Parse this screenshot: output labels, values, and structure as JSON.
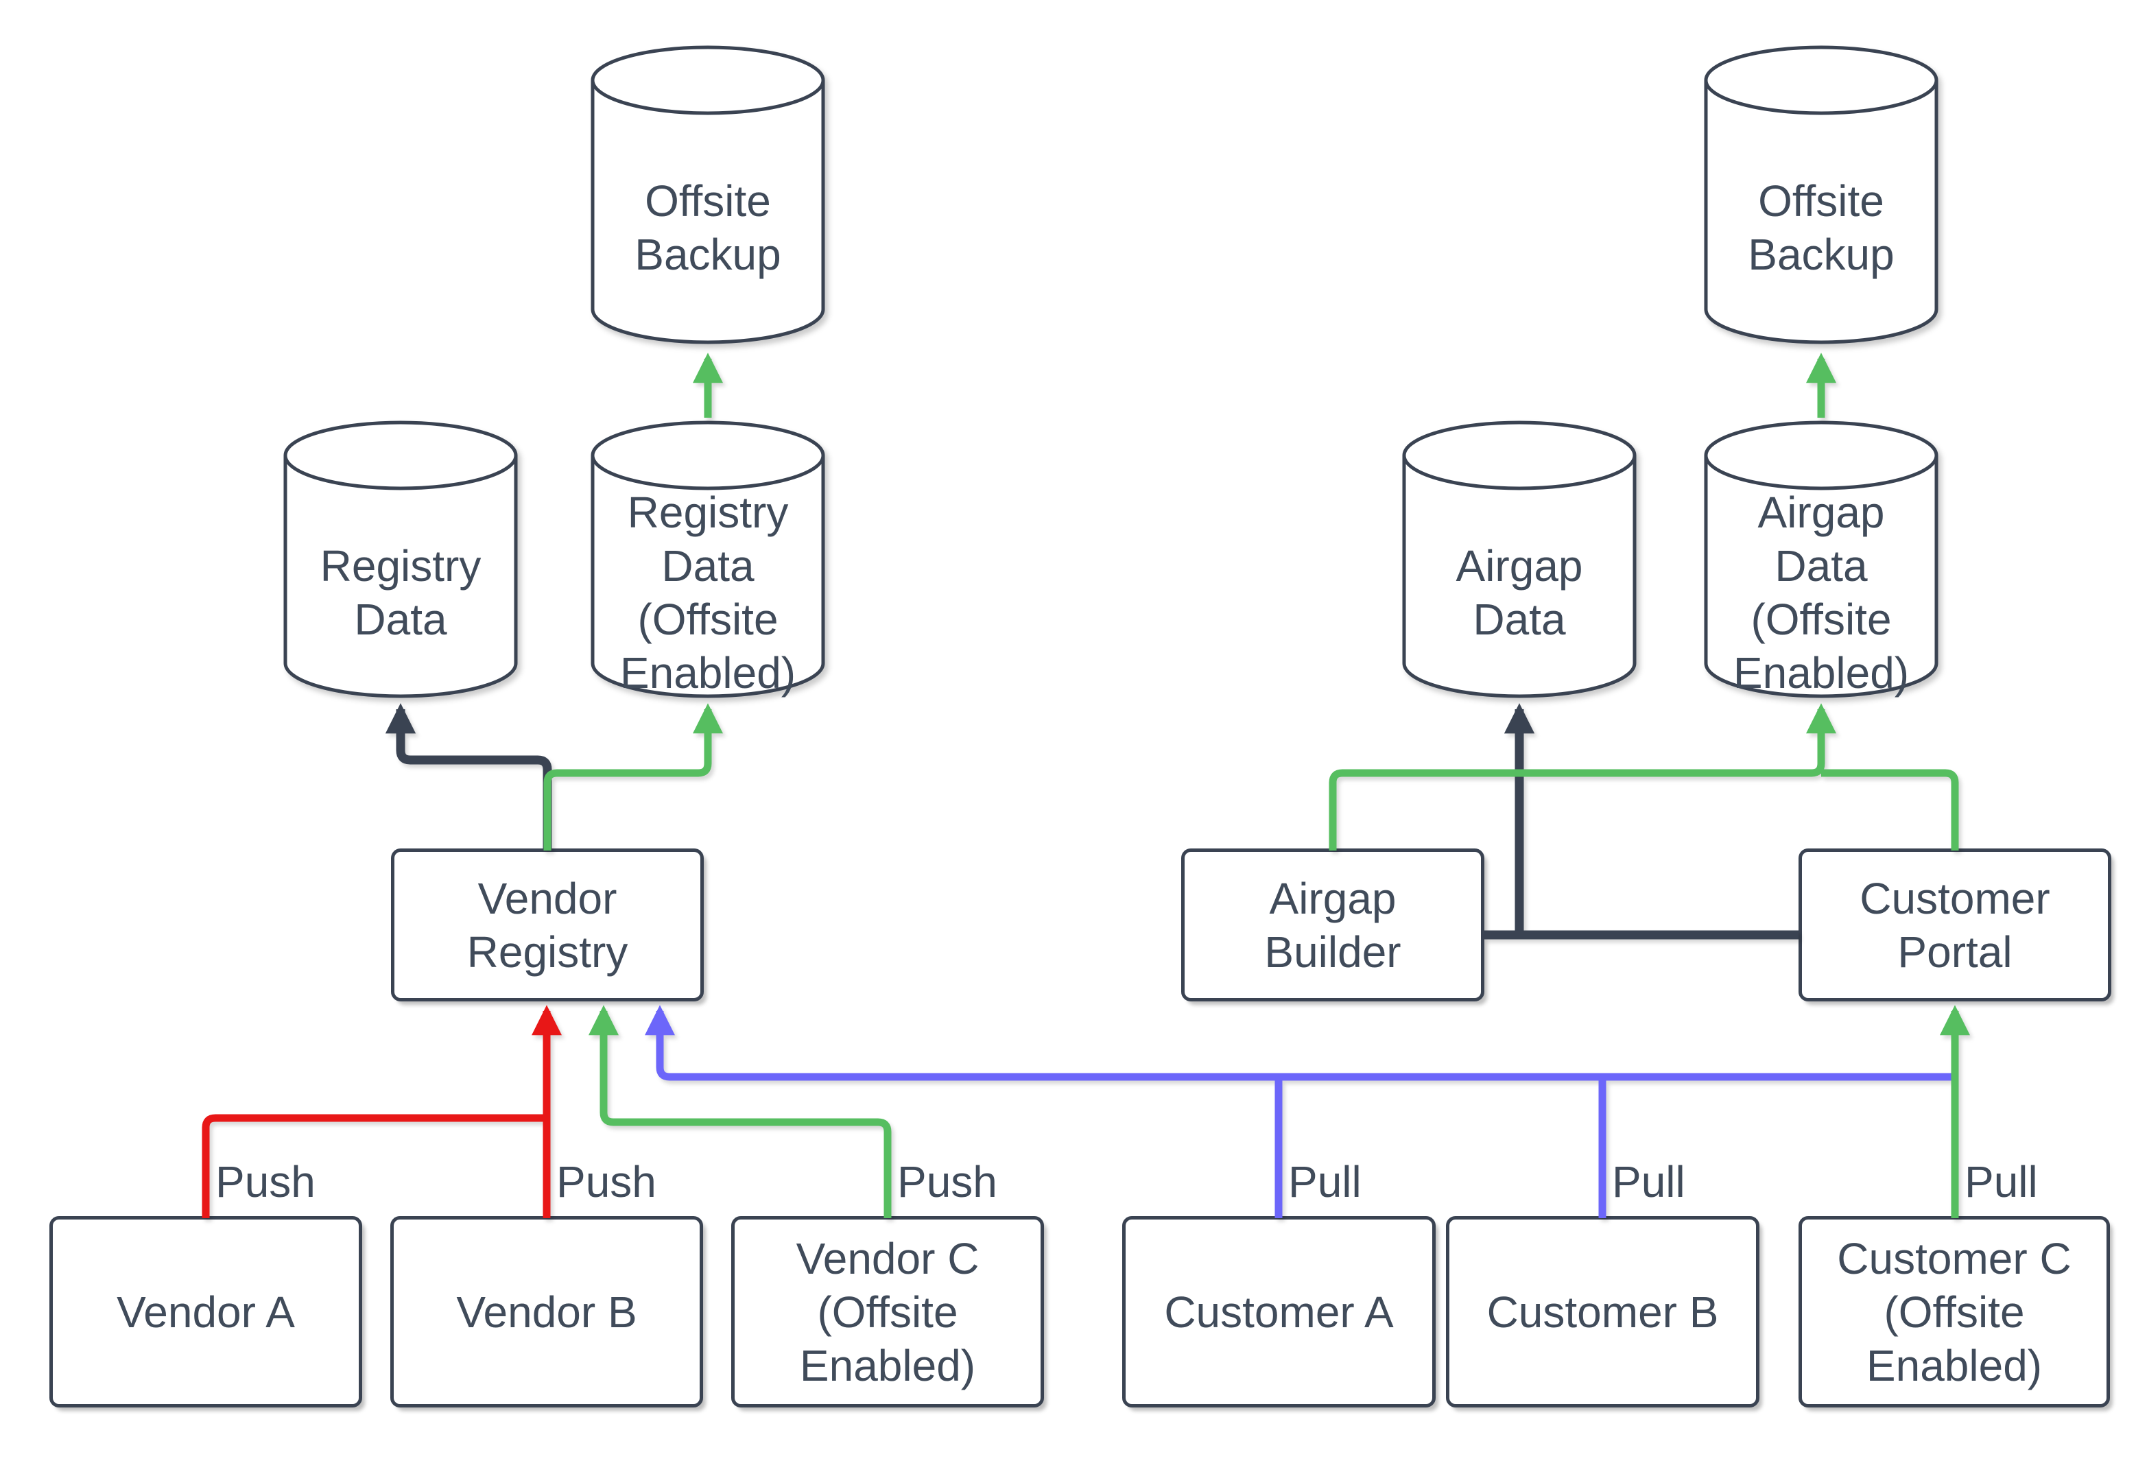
{
  "colors": {
    "dark": "#3a4352",
    "text": "#404b5a",
    "green": "#56be60",
    "red": "#e81717",
    "blue": "#6c66fa",
    "bg": "#ffffff"
  },
  "cylinders": [
    {
      "id": "offsite-backup-left",
      "label": "Offsite\nBackup"
    },
    {
      "id": "offsite-backup-right",
      "label": "Offsite\nBackup"
    },
    {
      "id": "registry-data",
      "label": "Registry\nData"
    },
    {
      "id": "registry-data-offsite",
      "label": "Registry\nData\n(Offsite\nEnabled)"
    },
    {
      "id": "airgap-data",
      "label": "Airgap\nData"
    },
    {
      "id": "airgap-data-offsite",
      "label": "Airgap\nData\n(Offsite\nEnabled)"
    }
  ],
  "boxes": [
    {
      "id": "vendor-registry",
      "label": "Vendor\nRegistry"
    },
    {
      "id": "airgap-builder",
      "label": "Airgap\nBuilder"
    },
    {
      "id": "customer-portal",
      "label": "Customer\nPortal"
    },
    {
      "id": "vendor-a",
      "label": "Vendor A"
    },
    {
      "id": "vendor-b",
      "label": "Vendor B"
    },
    {
      "id": "vendor-c",
      "label": "Vendor C\n(Offsite\nEnabled)"
    },
    {
      "id": "customer-a",
      "label": "Customer A"
    },
    {
      "id": "customer-b",
      "label": "Customer B"
    },
    {
      "id": "customer-c",
      "label": "Customer C\n(Offsite\nEnabled)"
    }
  ],
  "edge_labels": [
    {
      "id": "push-vendor-a",
      "text": "Push"
    },
    {
      "id": "push-vendor-b",
      "text": "Push"
    },
    {
      "id": "push-vendor-c",
      "text": "Push"
    },
    {
      "id": "pull-customer-a",
      "text": "Pull"
    },
    {
      "id": "pull-customer-b",
      "text": "Pull"
    },
    {
      "id": "pull-customer-c",
      "text": "Pull"
    }
  ]
}
